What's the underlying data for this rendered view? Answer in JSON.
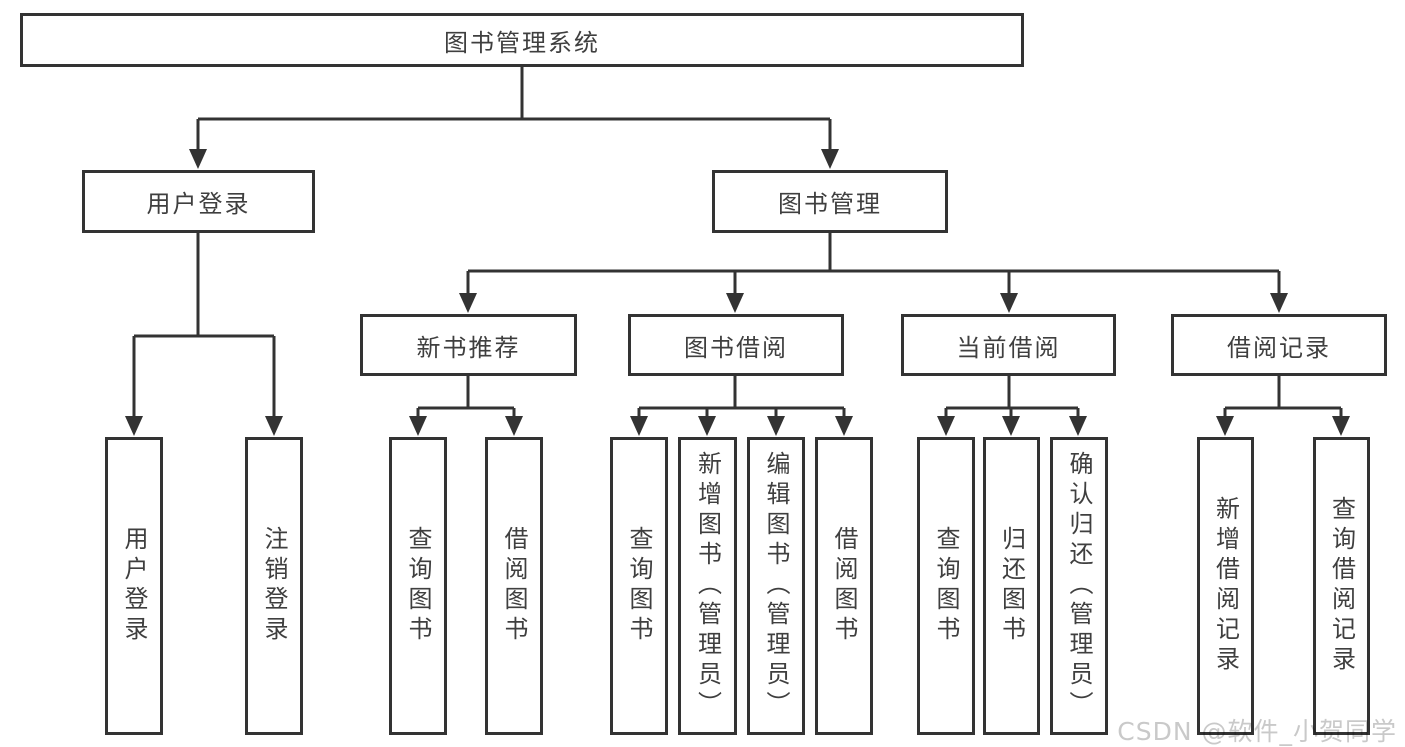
{
  "diagram_title": "图书管理系统",
  "colors": {
    "line": "#333333",
    "node_border": "#333333",
    "node_text": "#3f3f3f",
    "background": "#ffffff",
    "watermark_text": "#c9c9c9"
  },
  "tree": {
    "root": "图书管理系统",
    "level2": [
      "用户登录",
      "图书管理"
    ],
    "level3": [
      "新书推荐",
      "图书借阅",
      "当前借阅",
      "借阅记录"
    ],
    "leaves": [
      "用户登录",
      "注销登录",
      "查询图书",
      "借阅图书",
      "查询图书",
      "新增图书（管理员）",
      "编辑图书（管理员）",
      "借阅图书",
      "查询图书",
      "归还图书",
      "确认归还（管理员）",
      "新增借阅记录",
      "查询借阅记录"
    ]
  },
  "watermark": "CSDN @软件_小贺同学"
}
